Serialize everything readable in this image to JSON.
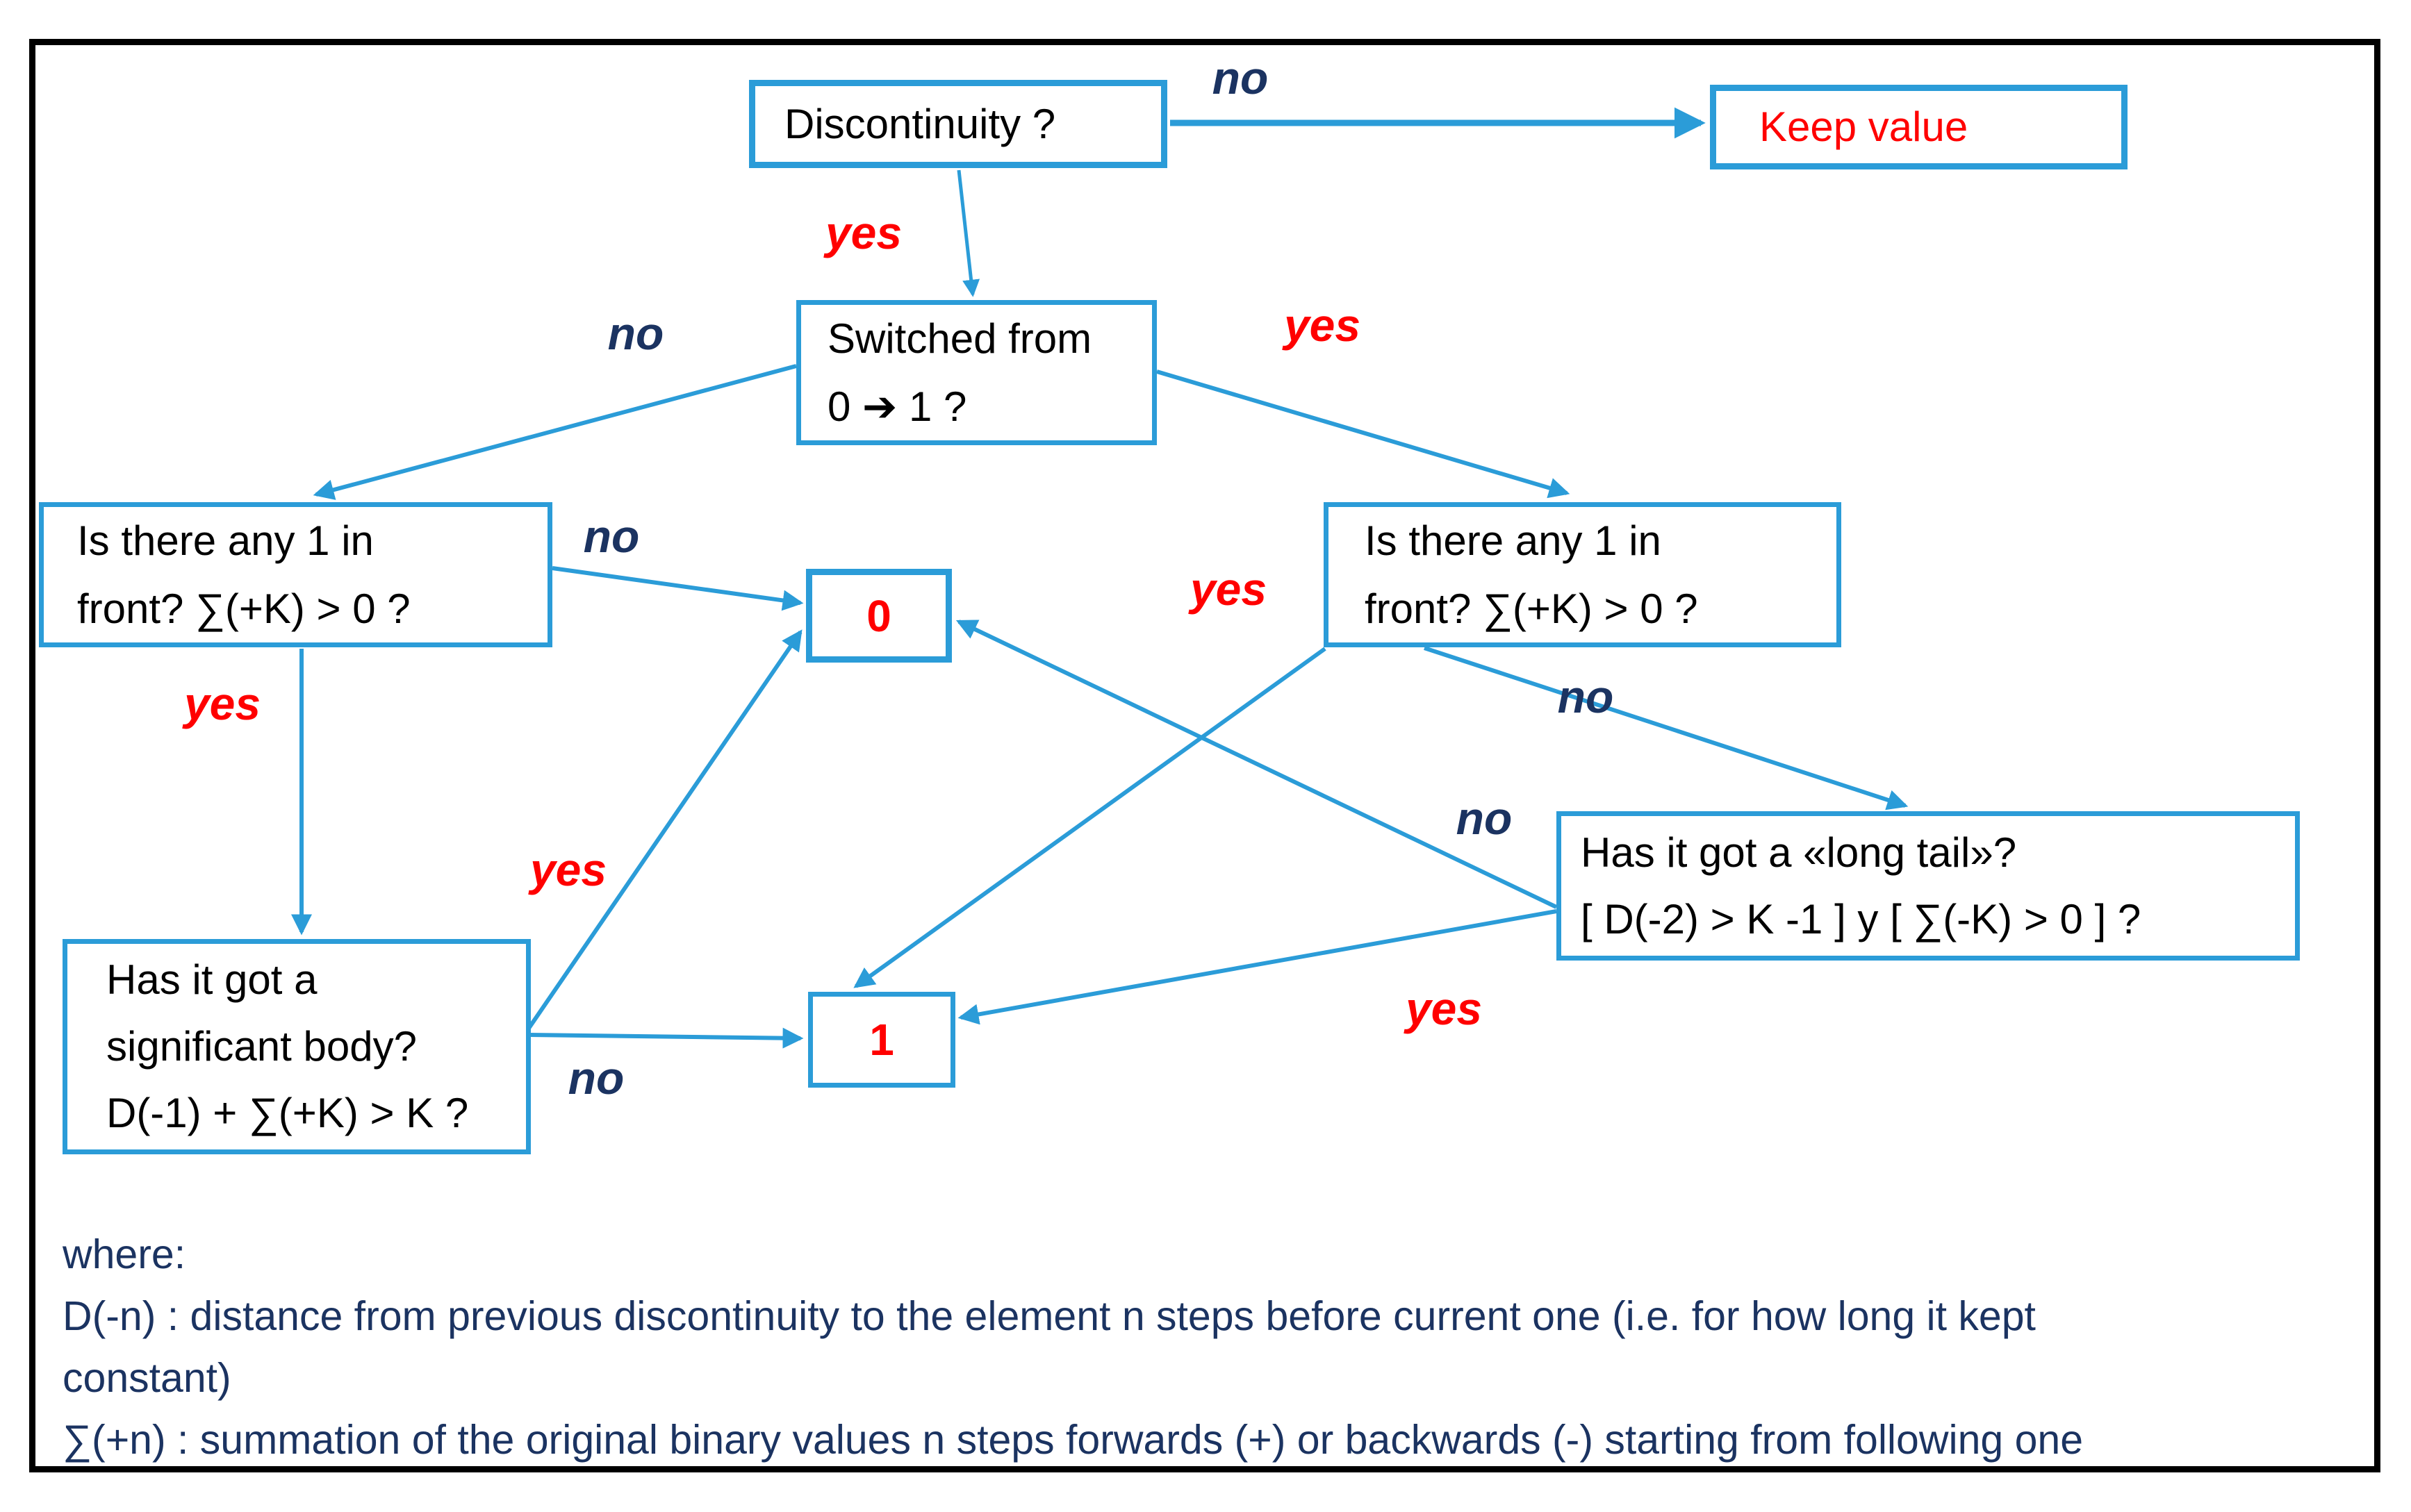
{
  "colors": {
    "accent_blue": "#2B9CD8",
    "navy": "#1B3361",
    "red": "#FF0000",
    "black": "#000000"
  },
  "nodes": {
    "discontinuity": {
      "text": "Discontinuity ?"
    },
    "keep_value": {
      "text": "Keep value"
    },
    "switched": {
      "lines": [
        "Switched from",
        "0 ➔ 1  ?"
      ]
    },
    "left_any_one": {
      "lines": [
        "Is there any 1 in",
        "front? ∑(+K)  > 0 ?"
      ]
    },
    "right_any_one": {
      "lines": [
        "Is there any 1 in",
        "front? ∑(+K)  > 0 ?"
      ]
    },
    "zero": {
      "text": "0"
    },
    "one": {
      "text": "1"
    },
    "significant_body": {
      "lines": [
        "Has it got a",
        "significant body?",
        "D(-1) + ∑(+K) > K   ?"
      ]
    },
    "long_tail": {
      "lines": [
        "Has it got a «long tail»?",
        "[ D(-2) > K -1 ]    y   [ ∑(-K)  > 0 ]  ?"
      ]
    }
  },
  "edges": {
    "discontinuity_keep": {
      "label": "no"
    },
    "discontinuity_switched": {
      "label": "yes"
    },
    "switched_left": {
      "label": "no"
    },
    "switched_right": {
      "label": "yes"
    },
    "left_zero": {
      "label": "no"
    },
    "left_body": {
      "label": "yes"
    },
    "body_zero": {
      "label": "yes"
    },
    "body_one": {
      "label": "no"
    },
    "right_one": {
      "label": "yes"
    },
    "right_tail": {
      "label": "no"
    },
    "tail_zero": {
      "label": "no"
    },
    "tail_one": {
      "label": "yes"
    }
  },
  "footnote": {
    "lines": [
      "where:",
      "D(-n) :  distance from previous discontinuity to the element n steps before current one (i.e. for how long it kept",
      "constant)",
      "∑(+n) : summation of the original binary values n steps forwards (+) or backwards (-) starting from following one"
    ]
  }
}
